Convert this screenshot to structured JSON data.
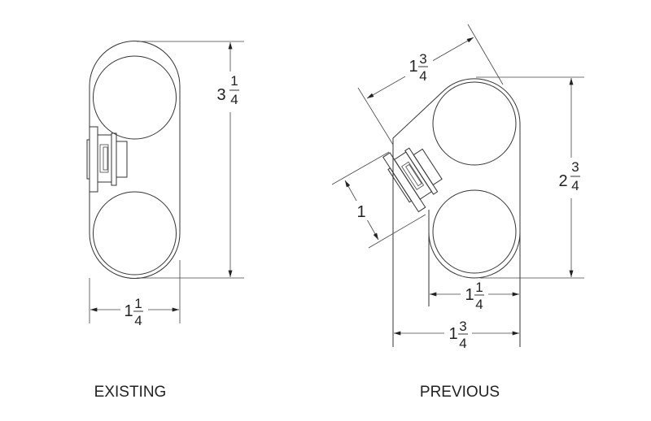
{
  "existing": {
    "label": "EXISTING",
    "height_dim": {
      "whole": "3",
      "num": "1",
      "den": "4"
    },
    "width_dim": {
      "whole": "1",
      "num": "1",
      "den": "4"
    }
  },
  "previous": {
    "label": "PREVIOUS",
    "angled_dim": {
      "whole": "1",
      "num": "3",
      "den": "4"
    },
    "connector_dim": {
      "whole": "1"
    },
    "height_dim": {
      "whole": "2",
      "num": "3",
      "den": "4"
    },
    "inner_width_dim": {
      "whole": "1",
      "num": "1",
      "den": "4"
    },
    "outer_width_dim": {
      "whole": "1",
      "num": "3",
      "den": "4"
    }
  },
  "colors": {
    "line": "#333333",
    "background": "#ffffff"
  }
}
